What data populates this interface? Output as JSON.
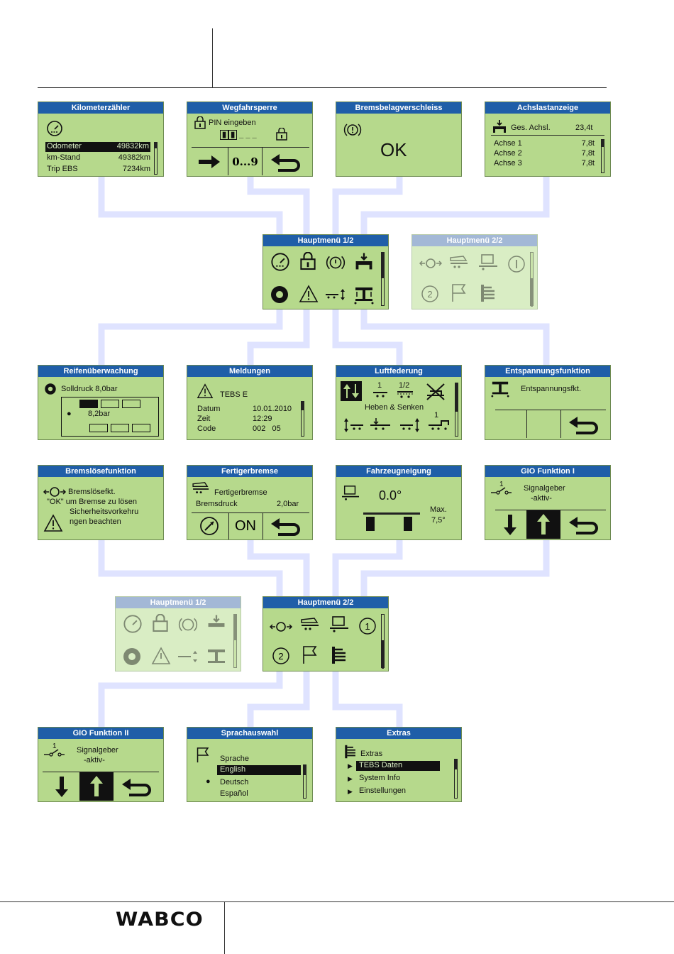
{
  "footer": {
    "brand": "WABCO"
  },
  "panels": {
    "km": {
      "title": "Kilometerzähler",
      "rows": [
        {
          "label": "Odometer",
          "value": "49832km"
        },
        {
          "label": "km-Stand",
          "value": "49382km"
        },
        {
          "label": "Trip EBS",
          "value": "7234km"
        }
      ],
      "icon": "gauge-icon"
    },
    "weg": {
      "title": "Wegfahrsperre",
      "pin_label": "PIN eingeben",
      "digits": "0...9",
      "icons": [
        "lock-icon",
        "arrow-right-icon",
        "return-icon"
      ]
    },
    "brems": {
      "title": "Bremsbelagverschleiss",
      "status": "OK",
      "icon": "brake-pad-icon"
    },
    "achs": {
      "title": "Achslastanzeige",
      "total_label": "Ges. Achsl.",
      "total_value": "23,4t",
      "rows": [
        {
          "label": "Achse 1",
          "value": "7,8t"
        },
        {
          "label": "Achse 2",
          "value": "7,8t"
        },
        {
          "label": "Achse 3",
          "value": "7,8t"
        }
      ],
      "icon": "axle-load-icon"
    },
    "hm1": {
      "title": "Hauptmenü 1/2",
      "icons": [
        "gauge-icon",
        "lock-icon",
        "brake-pad-icon",
        "axle-load-icon",
        "tyre-icon",
        "warning-icon",
        "air-suspension-icon",
        "unloading-icon"
      ]
    },
    "hm2_faded": {
      "title": "Hauptmenü 2/2",
      "icons": [
        "brake-release-icon",
        "paver-brake-icon",
        "vehicle-tilt-icon",
        "gio-1-icon",
        "gio-2-icon",
        "flag-icon",
        "extras-icon"
      ]
    },
    "reifen": {
      "title": "Reifenüberwachung",
      "target": "Solldruck 8,0bar",
      "reading": "8,2bar",
      "icon": "tyre-icon"
    },
    "meld": {
      "title": "Meldungen",
      "source": "TEBS E",
      "rows": [
        {
          "label": "Datum",
          "value": "10.01.2010"
        },
        {
          "label": "Zeit",
          "value": "12:29"
        },
        {
          "label": "Code",
          "value": "002   05"
        }
      ],
      "icon": "warning-icon"
    },
    "luft": {
      "title": "Luftfederung",
      "caption": "Heben & Senken",
      "half": "1/2",
      "one": "1"
    },
    "entsp": {
      "title": "Entspannungsfunktion",
      "label": "Entspannungsfkt.",
      "icon": "unloading-icon"
    },
    "bloese": {
      "title": "Bremslösefunktion",
      "lines": [
        "Bremslösefkt.",
        "\"OK\" um Bremse zu lösen",
        "Sicherheitsvorkehru",
        "ngen beachten"
      ]
    },
    "fertig": {
      "title": "Fertigerbremse",
      "label": "Fertigerbremse",
      "pressure_label": "Bremsdruck",
      "pressure_value": "2,0bar",
      "on": "ON"
    },
    "neig": {
      "title": "Fahrzeugneigung",
      "angle": "0.0°",
      "max_label": "Max.",
      "max_value": "7,5°"
    },
    "gio1": {
      "title": "GIO Funktion I",
      "line1": "Signalgeber",
      "line2": "-aktiv-",
      "num": "1"
    },
    "hm1_faded": {
      "title": "Hauptmenü 1/2"
    },
    "hm2": {
      "title": "Hauptmenü 2/2",
      "gio1": "1",
      "gio2": "2"
    },
    "gio2": {
      "title": "GIO Funktion II",
      "line1": "Signalgeber",
      "line2": "-aktiv-",
      "num": "1"
    },
    "sprache": {
      "title": "Sprachauswahl",
      "label": "Sprache",
      "options": [
        "English",
        "Deutsch",
        "Español"
      ],
      "selected": "English"
    },
    "extras": {
      "title": "Extras",
      "label": "Extras",
      "items": [
        "TEBS Daten",
        "System Info",
        "Einstellungen"
      ],
      "selected": "TEBS Daten"
    }
  },
  "colors": {
    "lcd": "#b6d98c",
    "title_bar": "#1f5ea8",
    "connector": "#dfe3ff"
  }
}
